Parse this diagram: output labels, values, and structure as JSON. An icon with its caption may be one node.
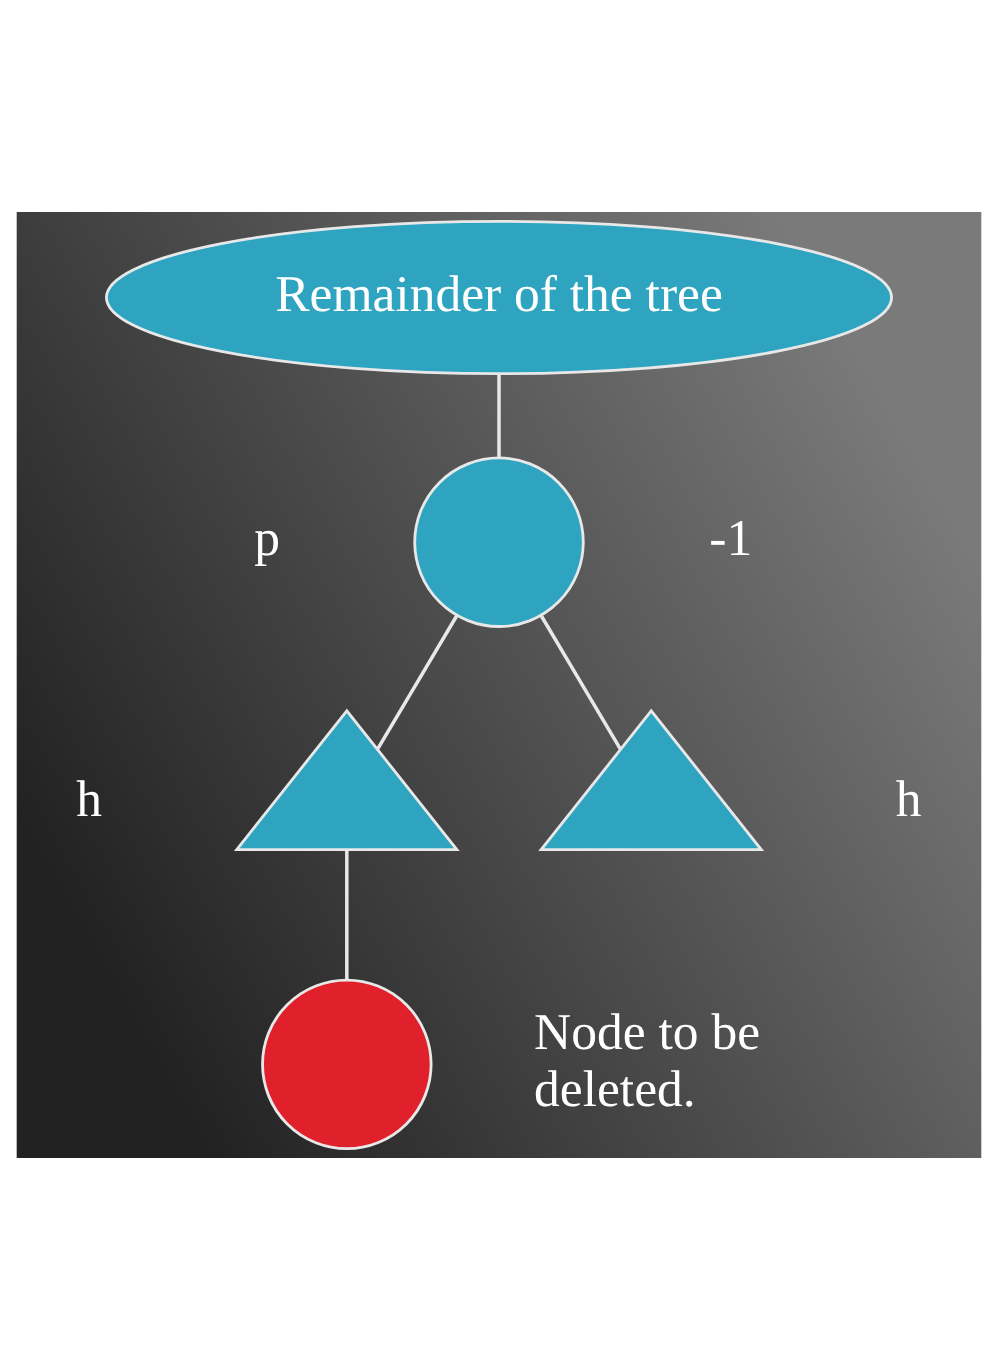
{
  "diagram": {
    "nodes": [
      {
        "text": [
          "Remainder of the tree"
        ]
      },
      {
        "text": [],
        "shape": "circle",
        "beside": [
          "p",
          "-1"
        ]
      },
      {
        "text": [],
        "shape": "triangle",
        "beside": [
          "h"
        ]
      },
      {
        "text": [],
        "shape": "triangle",
        "beside": [
          "h"
        ]
      },
      {
        "text": [],
        "shape": "circle",
        "beside": [
          "Node to be deleted."
        ]
      }
    ],
    "edges": [
      {
        "from": 0,
        "to": 1,
        "arrow": "none"
      },
      {
        "from": 1,
        "to": 2,
        "arrow": "none"
      },
      {
        "from": 1,
        "to": 3,
        "arrow": "none"
      },
      {
        "from": 2,
        "to": 4,
        "arrow": "none"
      }
    ]
  }
}
